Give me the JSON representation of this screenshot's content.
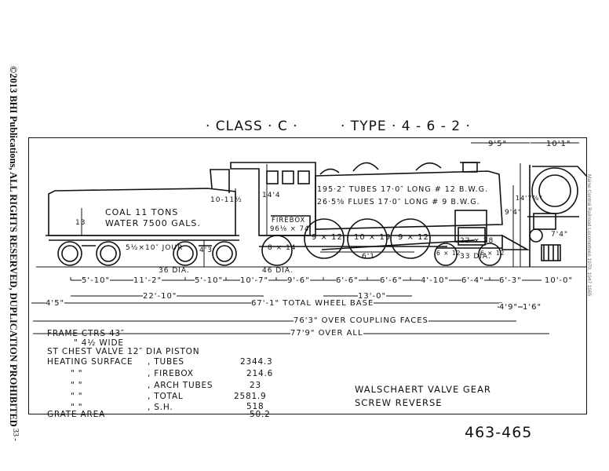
{
  "copyright": "©2013 BHI Publications, ALL RIGHTS RESERVED, DUPLICATION PROHIBITED",
  "page_number": "- 33 -",
  "side_note": "Maine Central Railroad   Locomotives 1970, 1947 1965",
  "title": {
    "class": "· CLASS · C ·",
    "type": "· TYPE · 4 - 6 - 2 ·"
  },
  "tender": {
    "coal": "COAL 11 TONS",
    "water": "WATER 7500 GALS.",
    "height": "13",
    "width": "10-11½",
    "journal": "5½×10″ JOUR",
    "h2": "4'3",
    "wheel": "36 DIA."
  },
  "boiler": {
    "tubes": "195·2″ TUBES 17·0″ LONG # 12 B.W.G.",
    "flues": "26·5⅝ FLUES 17·0″ LONG # 9 B.W.G.",
    "firebox": "FIREBOX",
    "firebox_size": "96⅛ × 74",
    "cab_height": "14'4"
  },
  "cylinder": "22 × 28",
  "wheels": {
    "trailer": "8 × 14",
    "trailer_dia": "46 DIA.",
    "driver1": "9 × 12",
    "driver2": "10 × 19",
    "driver3": "9 × 12",
    "lead1": "6 × 12",
    "lead2": "6 × 12",
    "lead_dia": "33 DIA.",
    "drivers_span": "6'1"
  },
  "front": {
    "width": "9'5\"",
    "height": "9'4\"",
    "height2": "14'7⅞\"",
    "end": "10'1\"",
    "pilot": "7'4\""
  },
  "dims": {
    "d1": "5'-10\"",
    "d2": "11'-2\"",
    "d3": "5'-10\"",
    "d4": "10'-7\"",
    "d5": "9'-6\"",
    "d6": "6'-6\"",
    "d7": "6'-6\"",
    "d8": "4'-10\"",
    "d9": "6'-4\"",
    "d10": "6'-3\"",
    "d11": "10'-0\"",
    "tender_wb": "22'-10\"",
    "driving_wb": "13'-0\"",
    "left_overhang": "4'5\"",
    "total_wb": "67'-1\" TOTAL WHEEL BASE",
    "right_over": "4'9\"",
    "right_end": "1'6\"",
    "coupling": "76'3\" OVER COUPLING FACES",
    "overall": "77'9\" OVER ALL"
  },
  "specs": {
    "frame": "FRAME  CTRS  43″",
    "frame2": "\"     4½ WIDE",
    "piston": "ST CHEST VALVE 12″ DIA PISTON",
    "hs_label": "HEATING SURFACE",
    "rows": [
      {
        "ditto": "",
        "item": ", TUBES",
        "value": "2344.3"
      },
      {
        "ditto": "\"          \"",
        "item": ", FIREBOX",
        "value": "214.6"
      },
      {
        "ditto": "\"          \"",
        "item": ", ARCH TUBES",
        "value": "23"
      },
      {
        "ditto": "\"          \"",
        "item": ", TOTAL",
        "value": "2581.9"
      },
      {
        "ditto": "\"          \"",
        "item": ", S.H.",
        "value": "518"
      }
    ],
    "grate": "GRATE  AREA",
    "grate_value": "50.2"
  },
  "valve_gear": "WALSCHAERT VALVE GEAR",
  "reverse": "SCREW REVERSE",
  "plate": "463-465"
}
